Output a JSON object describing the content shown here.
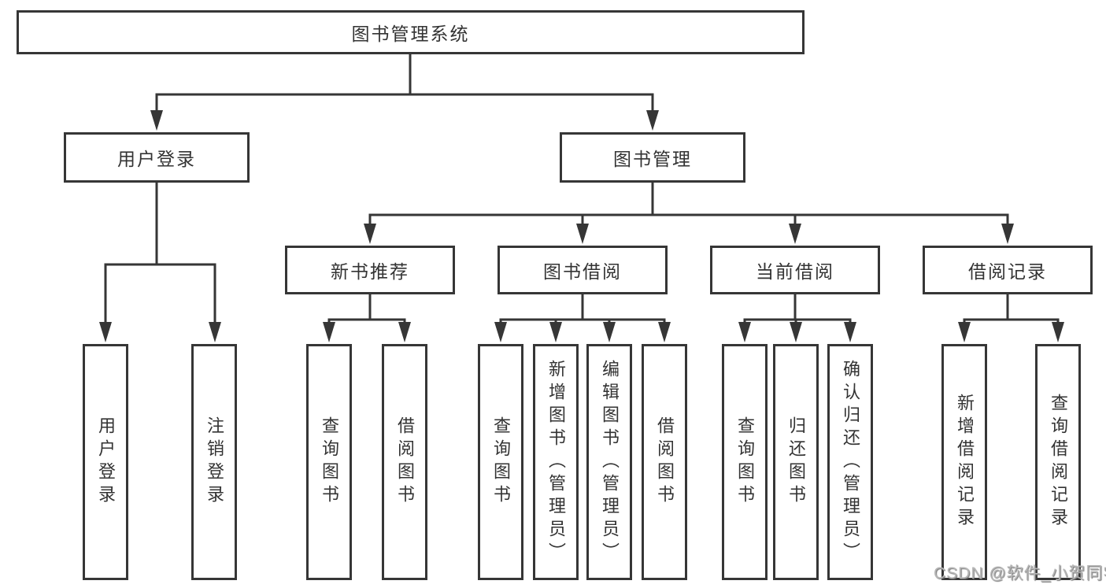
{
  "nodes": {
    "root": {
      "label": "图书管理系统"
    },
    "level2": [
      {
        "label": "用户登录"
      },
      {
        "label": "图书管理"
      }
    ],
    "level3": [
      {
        "label": "新书推荐",
        "parent": "图书管理"
      },
      {
        "label": "图书借阅",
        "parent": "图书管理"
      },
      {
        "label": "当前借阅",
        "parent": "图书管理"
      },
      {
        "label": "借阅记录",
        "parent": "图书管理"
      }
    ],
    "leaves": [
      {
        "label": "用户登录",
        "parent": "用户登录"
      },
      {
        "label": "注销登录",
        "parent": "用户登录"
      },
      {
        "label": "查询图书",
        "parent": "新书推荐"
      },
      {
        "label": "借阅图书",
        "parent": "新书推荐"
      },
      {
        "label": "查询图书",
        "parent": "图书借阅"
      },
      {
        "label": "新增图书（管理员）",
        "parent": "图书借阅"
      },
      {
        "label": "编辑图书（管理员）",
        "parent": "图书借阅"
      },
      {
        "label": "借阅图书",
        "parent": "图书借阅"
      },
      {
        "label": "查询图书",
        "parent": "当前借阅"
      },
      {
        "label": "归还图书",
        "parent": "当前借阅"
      },
      {
        "label": "确认归还（管理员）",
        "parent": "当前借阅"
      },
      {
        "label": "新增借阅记录",
        "parent": "借阅记录"
      },
      {
        "label": "查询借阅记录",
        "parent": "借阅记录"
      }
    ]
  },
  "watermark": {
    "text": "CSDN @软件_小贺同学"
  },
  "colors": {
    "line": "#363636",
    "text": "#333333",
    "background": "#ffffff",
    "watermark": "#b5b5b5"
  }
}
